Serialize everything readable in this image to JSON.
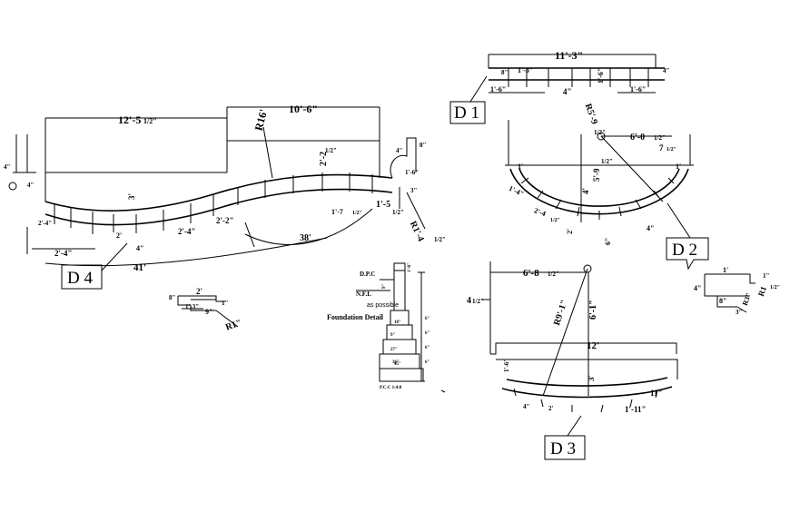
{
  "tags": {
    "d1": "D 1",
    "d2": "D 2",
    "d3": "D 3",
    "d4": "D 4"
  },
  "d4": {
    "top_left": "12'-5",
    "top_left_frac": "1/2\"",
    "top_right": "10'-6\"",
    "radius": "R16'",
    "depth": "3'",
    "h_right": "2'-2",
    "h_right_frac": "1/2\"",
    "seg1": "2'-4\"",
    "seg2": "2'-4\"",
    "seg3": "2'-2\"",
    "seg4": "1'-7",
    "seg4_frac": "1/2\"",
    "gap": "4\"",
    "two": "2'",
    "bottom1": "2'-4\"",
    "bottom2": "41'",
    "bottom3": "38'",
    "side1": "4\"",
    "side2": "4\"",
    "right_w": "1'-5",
    "right_w_frac": "1/2\"",
    "right_r": "R1'-4",
    "right_r_frac": "1/2\"",
    "r_small1": "4\"",
    "r_small2": "8\"",
    "r_small3": "3\"",
    "r_small4": "1'-6\""
  },
  "d1": {
    "overall": "11'-3\"",
    "a": "1'-6\"",
    "b": "1'-6\"",
    "c": "1'-3\"",
    "d": "4\"",
    "e": "8\"",
    "f": "1'-6\"",
    "g": "4\""
  },
  "d2": {
    "radius": "R5'-9",
    "radius_frac": "1/2\"",
    "width": "6'-0",
    "width_frac": "1/2\"",
    "depth": "5'-9",
    "depth_frac": "1/2\"",
    "four": "4'",
    "seven": "7",
    "seven_frac": "1/2\"",
    "a": "1'-4\"",
    "b": "2'-4",
    "b_frac": "1/2\"",
    "c": "2'",
    "d": "6\"",
    "e": "4\"",
    "f": "1'",
    "g": "1'"
  },
  "d3": {
    "radius": "R9'-1\"",
    "width": "6'-8",
    "width_frac": "1/2\"",
    "side": "4",
    "side_frac": "1/2\"",
    "depth": "6'-1\"",
    "span": "12'",
    "three": "3'",
    "a": "1'-11\"",
    "b": "11\"",
    "c": "4\"",
    "d": "1'-6\"",
    "e": "2'"
  },
  "detail_small": {
    "top": "2'",
    "left": "1'-3\"",
    "mid": "9\"",
    "r": "R1\"",
    "h": "1\"",
    "e": "8\""
  },
  "detail_right": {
    "top": "1'",
    "left": "4\"",
    "mid": "8\"",
    "r1": "R1",
    "r1_frac": "1/2\"",
    "r2": "R3\"",
    "h": "1\"",
    "e": "3\""
  },
  "foundation": {
    "dpc": "D.P.C",
    "nfl": "N.F.L",
    "title": "Foundation Detail",
    "pcc": "P.C.C 1:4:8",
    "steps": [
      "18\"",
      "9\"",
      "27\"",
      "36\"",
      "45\""
    ],
    "dims": [
      "1'-6\"",
      "9\"",
      "6\"",
      "6\"",
      "6\"",
      "6\""
    ],
    "note": "as possible"
  },
  "colors": {
    "ink": "#000000",
    "paper": "#ffffff"
  }
}
